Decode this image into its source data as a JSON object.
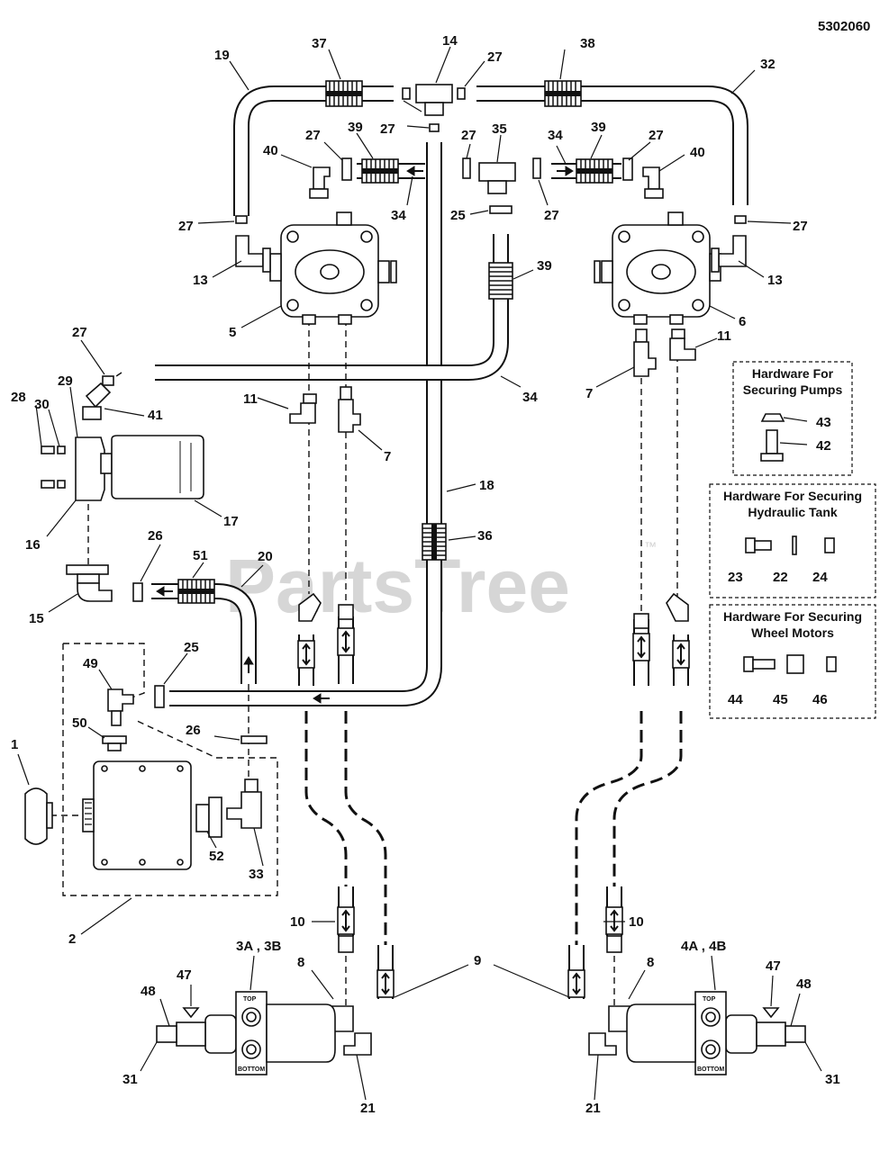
{
  "document_number": "5302060",
  "watermark": "PartsTree",
  "watermark_tm": "™",
  "labels": {
    "p1": "1",
    "p2": "2",
    "p3": "3A , 3B",
    "p4": "4A , 4B",
    "p5": "5",
    "p6": "6",
    "p7a": "7",
    "p7b": "7",
    "p8a": "8",
    "p8b": "8",
    "p9": "9",
    "p10a": "10",
    "p10b": "10",
    "p11a": "11",
    "p11b": "11",
    "p13a": "13",
    "p13b": "13",
    "p14": "14",
    "p15": "15",
    "p16": "16",
    "p17": "17",
    "p18": "18",
    "p19": "19",
    "p20": "20",
    "p21a": "21",
    "p21b": "21",
    "p22": "22",
    "p23": "23",
    "p24": "24",
    "p25a": "25",
    "p25b": "25",
    "p26a": "26",
    "p26b": "26",
    "p27a": "27",
    "p27b": "27",
    "p27c": "27",
    "p27d": "27",
    "p27e": "27",
    "p27f": "27",
    "p27g": "27",
    "p27h": "27",
    "p27i": "27",
    "p28": "28",
    "p29": "29",
    "p30": "30",
    "p31a": "31",
    "p31b": "31",
    "p32": "32",
    "p33": "33",
    "p34a": "34",
    "p34b": "34",
    "p34c": "34",
    "p35": "35",
    "p36": "36",
    "p37": "37",
    "p38": "38",
    "p39a": "39",
    "p39b": "39",
    "p39c": "39",
    "p40a": "40",
    "p40b": "40",
    "p41": "41",
    "p42": "42",
    "p43": "43",
    "p44": "44",
    "p45": "45",
    "p46": "46",
    "p47a": "47",
    "p47b": "47",
    "p48a": "48",
    "p48b": "48",
    "p49": "49",
    "p50": "50",
    "p51": "51",
    "p52": "52"
  },
  "hardware_boxes": {
    "pumps_line1": "Hardware For",
    "pumps_line2": "Securing Pumps",
    "tank_line1": "Hardware For Securing",
    "tank_line2": "Hydraulic Tank",
    "motors_line1": "Hardware For Securing",
    "motors_line2": "Wheel Motors"
  },
  "motor_marks": {
    "top_left": "TOP",
    "bottom_left": "BOTTOM",
    "top_right": "TOP",
    "bottom_right": "BOTTOM"
  }
}
